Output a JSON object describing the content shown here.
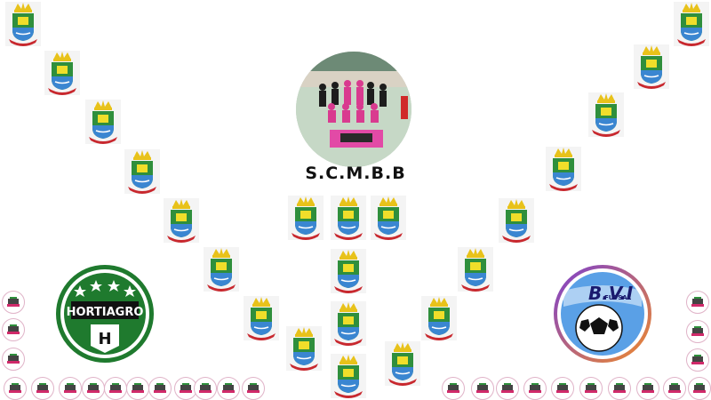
{
  "center_team": {
    "name": "S.C.M.B.B",
    "photo_icon": "team-photo"
  },
  "left_logo": {
    "text": "HORTIAGRO",
    "letter": "H",
    "stars": 4,
    "colors": {
      "primary": "#1f7a2e",
      "secondary": "#ffffff",
      "dark": "#111111"
    }
  },
  "right_logo": {
    "text": "B.V.I",
    "subtext": "FUTSAL",
    "colors": {
      "ring_a": "#7b3fd1",
      "ring_b": "#f08a2a",
      "inner": "#5aa0e6",
      "text": "#1a1a6e"
    }
  },
  "crest_icon": "municipal-coat-of-arms-icon",
  "badge_icon": "mini-team-badge-icon"
}
